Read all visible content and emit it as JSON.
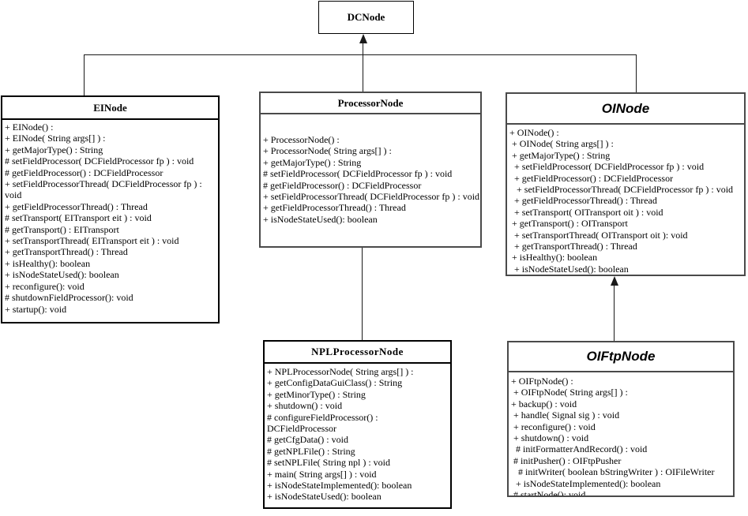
{
  "diagram": {
    "type": "uml-class-diagram",
    "background_color": "#ffffff",
    "line_color": "#1a1a1a",
    "classes": {
      "dcnode": {
        "name": "DCNode",
        "members": []
      },
      "einode": {
        "name": "EINode",
        "members": [
          "+ EINode() :",
          "+ EINode( String args[] ) :",
          "+ getMajorType() : String",
          "# setFieldProcessor( DCFieldProcessor fp ) : void",
          "# getFieldProcessor() : DCFieldProcessor",
          "+ setFieldProcessorThread( DCFieldProcessor fp ) :",
          "void",
          "+ getFieldProcessorThread() : Thread",
          "# setTransport( EITransport eit ) : void",
          "# getTransport() : EITransport",
          "+ setTransportThread( EITransport eit ) : void",
          "+ getTransportThread() : Thread",
          "+ isHealthy(): boolean",
          "+ isNodeStateUsed(): boolean",
          "+ reconfigure(): void",
          "# shutdownFieldProcessor(): void",
          "+ startup(): void"
        ]
      },
      "processornode": {
        "name": "ProcessorNode",
        "members": [
          "+ ProcessorNode() :",
          "+ ProcessorNode( String args[] ) :",
          "+ getMajorType() : String",
          "# setFieldProcessor( DCFieldProcessor fp ) : void",
          "# getFieldProcessor() : DCFieldProcessor",
          "+ setFieldProcessorThread( DCFieldProcessor fp ) : void",
          "+ getFieldProcessorThread() : Thread",
          "+ isNodeStateUsed(): boolean"
        ]
      },
      "oinode": {
        "name": "OINode",
        "members": [
          "+ OINode() :",
          " + OINode( String args[] ) :",
          " + getMajorType() : String",
          "  + setFieldProcessor( DCFieldProcessor fp ) : void",
          "  + getFieldProcessor() : DCFieldProcessor",
          "   + setFieldProcessorThread( DCFieldProcessor fp ) : void",
          "  + getFieldProcessorThread() : Thread",
          "  + setTransport( OITransport oit ) : void",
          " + getTransport() : OITransport",
          "  + setTransportThread( OITransport oit ): void",
          "  + getTransportThread() : Thread",
          " + isHealthy(): boolean",
          "  + isNodeStateUsed(): boolean"
        ]
      },
      "nplprocessornode": {
        "name": "NPLProcessorNode",
        "members": [
          "+ NPLProcessorNode( String args[] ) :",
          "+ getConfigDataGuiClass() : String",
          "+ getMinorType() : String",
          "+ shutdown() : void",
          "# configureFieldProcessor() :",
          "DCFieldProcessor",
          "# getCfgData() : void",
          "# getNPLFile() : String",
          "# setNPLFile( String npl ) : void",
          "+ main( String args[] ) : void",
          "+ isNodeStateImplemented(): boolean",
          "+ isNodeStateUsed(): boolean"
        ]
      },
      "oiftpnode": {
        "name": "OIFtpNode",
        "members": [
          "+ OIFtpNode() :",
          " + OIFtpNode( String args[] ) :",
          "+ backup() : void",
          " + handle( Signal sig ) : void",
          " + reconfigure() : void",
          " + shutdown() : void",
          "  # initFormatterAndRecord() : void",
          " # initPusher() : OIFtpPusher",
          "   # initWriter( boolean bStringWriter ) : OIFileWriter",
          "  + isNodeStateImplemented(): boolean",
          " # startNode(): void"
        ]
      }
    },
    "relations": [
      {
        "from": "EINode",
        "to": "DCNode",
        "type": "generalization"
      },
      {
        "from": "ProcessorNode",
        "to": "DCNode",
        "type": "generalization"
      },
      {
        "from": "OINode",
        "to": "DCNode",
        "type": "generalization"
      },
      {
        "from": "NPLProcessorNode",
        "to": "ProcessorNode",
        "type": "generalization"
      },
      {
        "from": "OIFtpNode",
        "to": "OINode",
        "type": "generalization"
      }
    ]
  }
}
